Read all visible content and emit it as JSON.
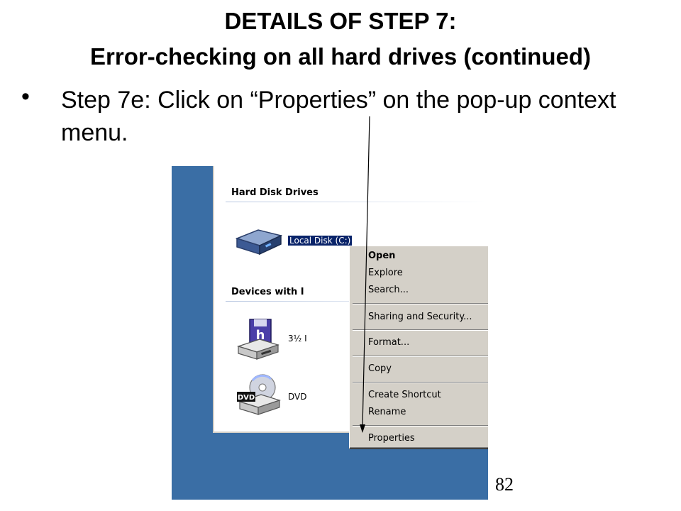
{
  "slide": {
    "title_line1": "DETAILS OF STEP 7:",
    "title_line2": "Error-checking on all hard drives (continued)",
    "bullet_symbol": "•",
    "bullet_text": "Step 7e: Click on “Properties” on the pop-up context menu.",
    "page_number": "82"
  },
  "explorer": {
    "groups": {
      "hard_disk_drives": "Hard Disk Drives",
      "devices_removable": "Devices with I"
    },
    "drives": {
      "local_disk": "Local Disk (C:)",
      "floppy": "3½ I",
      "dvd": "DVD"
    },
    "icons": {
      "hard_disk": "hard-disk-icon",
      "floppy": "floppy-drive-icon",
      "dvd": "dvd-drive-icon"
    },
    "dvd_icon_badge": "DVD"
  },
  "context_menu": {
    "items": {
      "open": "Open",
      "explore": "Explore",
      "search": "Search...",
      "sharing": "Sharing and Security...",
      "format": "Format...",
      "copy": "Copy",
      "create_shortcut": "Create Shortcut",
      "rename": "Rename",
      "properties": "Properties"
    }
  },
  "colors": {
    "desktop": "#3a6ea5",
    "menu_bg": "#d4d0c8",
    "selection": "#0a246a"
  }
}
